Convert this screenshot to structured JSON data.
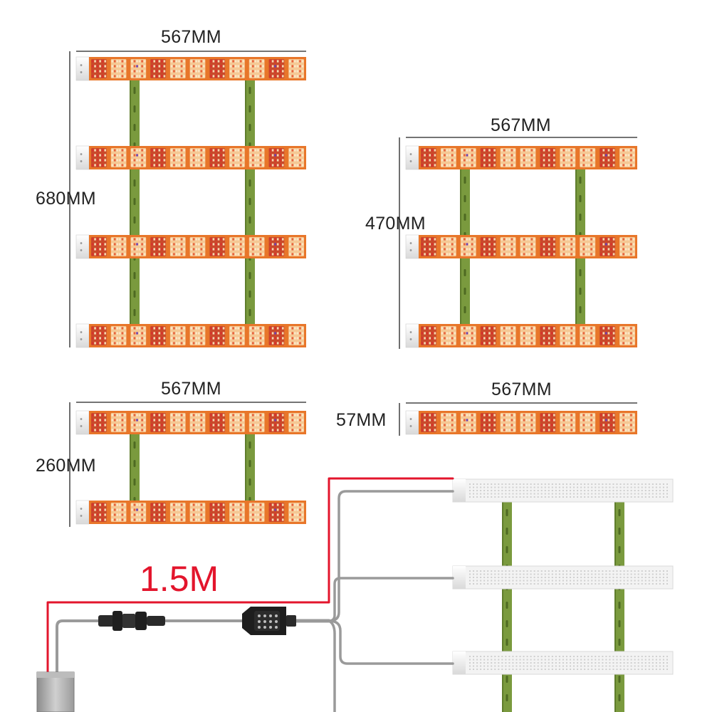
{
  "colors": {
    "bar_base": "#e8762a",
    "led_warm": "#fbe7c6",
    "led_red": "#d8322c",
    "led_purple": "#6a3fb4",
    "rail": "#7a9a3e",
    "rail_edge": "#5f7d2c",
    "white_bar": "#f3f3f3",
    "cable": "#9a9a9a",
    "red_line": "#e3152c",
    "dim_line": "#222222"
  },
  "labels": {
    "width_top_left": "567MM",
    "height_top_left": "680MM",
    "width_top_right": "567MM",
    "height_top_right": "470MM",
    "width_mid_left": "567MM",
    "height_mid_left": "260MM",
    "width_mid_right": "567MM",
    "height_mid_right": "57MM",
    "cable_length": "1.5M"
  },
  "configurations": [
    {
      "name": "4-bar",
      "bars": 4
    },
    {
      "name": "3-bar",
      "bars": 3
    },
    {
      "name": "2-bar",
      "bars": 2
    },
    {
      "name": "1-bar",
      "bars": 1
    }
  ],
  "connected_setup": {
    "bars": 3,
    "icons": [
      "driver-box",
      "waterproof-connector",
      "splitter-hub"
    ]
  }
}
